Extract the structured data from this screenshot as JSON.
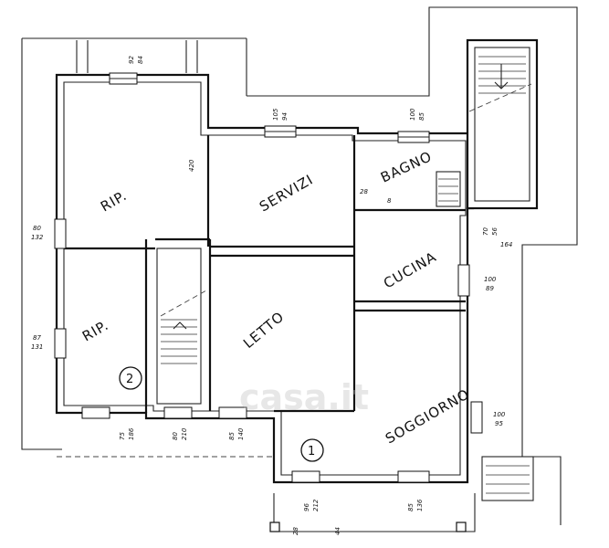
{
  "rooms": {
    "rip_top": "RIP.",
    "rip_bottom": "RIP.",
    "servizi": "SERVIZI",
    "bagno": "BAGNO",
    "cucina": "CUCINA",
    "letto": "LETTO",
    "soggiorno": "SOGGIORNO"
  },
  "markers": {
    "entrance_1": "1",
    "entrance_2": "2"
  },
  "dimensions": {
    "top_window_1_a": "92",
    "top_window_1_b": "84",
    "top_window_2_a": "105",
    "top_window_2_b": "94",
    "top_window_3_a": "100",
    "top_window_3_b": "85",
    "rip_height": "420",
    "left_window_1_a": "80",
    "left_window_1_b": "132",
    "left_window_2_a": "87",
    "left_window_2_b": "131",
    "servizi_door": "28",
    "servizi_small": "8",
    "right_window_1_a": "70",
    "right_window_1_b": "56",
    "right_164": "164",
    "cucina_window_a": "100",
    "cucina_window_b": "89",
    "soggiorno_window_a": "100",
    "soggiorno_window_b": "95",
    "bottom_1_a": "75",
    "bottom_1_b": "186",
    "bottom_2_a": "80",
    "bottom_2_b": "210",
    "bottom_3_a": "85",
    "bottom_3_b": "140",
    "bottom_4_a": "96",
    "bottom_4_b": "212",
    "bottom_5_a": "85",
    "bottom_5_b": "136",
    "bottom_small_1": "28",
    "bottom_small_2": "44"
  },
  "watermark": "casa.it"
}
